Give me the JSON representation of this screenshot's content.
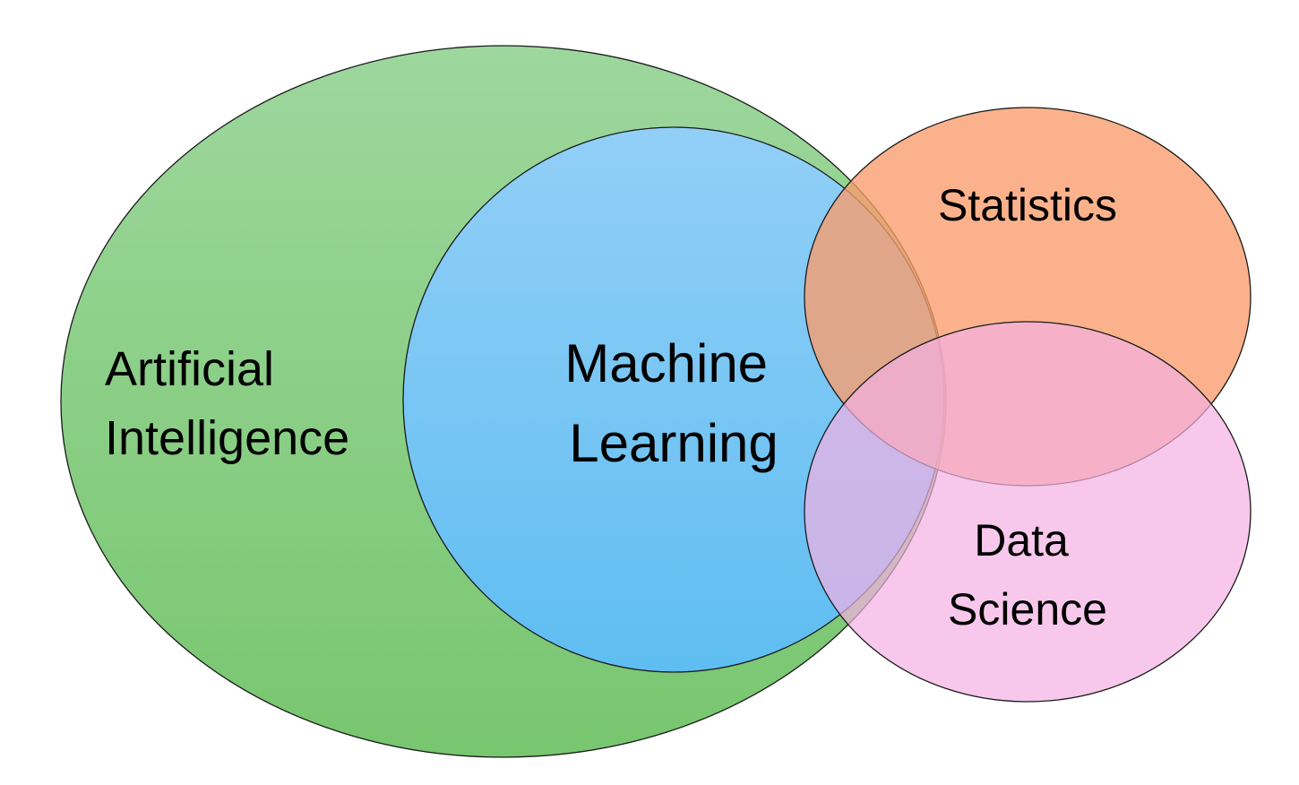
{
  "diagram": {
    "type": "venn",
    "sets": [
      {
        "id": "ai",
        "label_lines": [
          "Artificial",
          "Intelligence"
        ],
        "fill_top": "#9dd79d",
        "fill_bottom": "#78c66f",
        "opacity": 1
      },
      {
        "id": "ml",
        "label_lines": [
          "Machine",
          "Learning"
        ],
        "fill_top": "#92cff7",
        "fill_bottom": "#5fbdf1",
        "opacity": 1
      },
      {
        "id": "statistics",
        "label_lines": [
          "Statistics"
        ],
        "fill_top": "#fa9c6c",
        "fill_bottom": "#fa9c6c",
        "opacity": 0.78
      },
      {
        "id": "data-science",
        "label_lines": [
          "Data",
          "Science"
        ],
        "fill_top": "#f4b0e2",
        "fill_bottom": "#f4b0e2",
        "opacity": 0.7
      }
    ],
    "stroke_color": "#1a1a1a",
    "background": "#ffffff"
  }
}
